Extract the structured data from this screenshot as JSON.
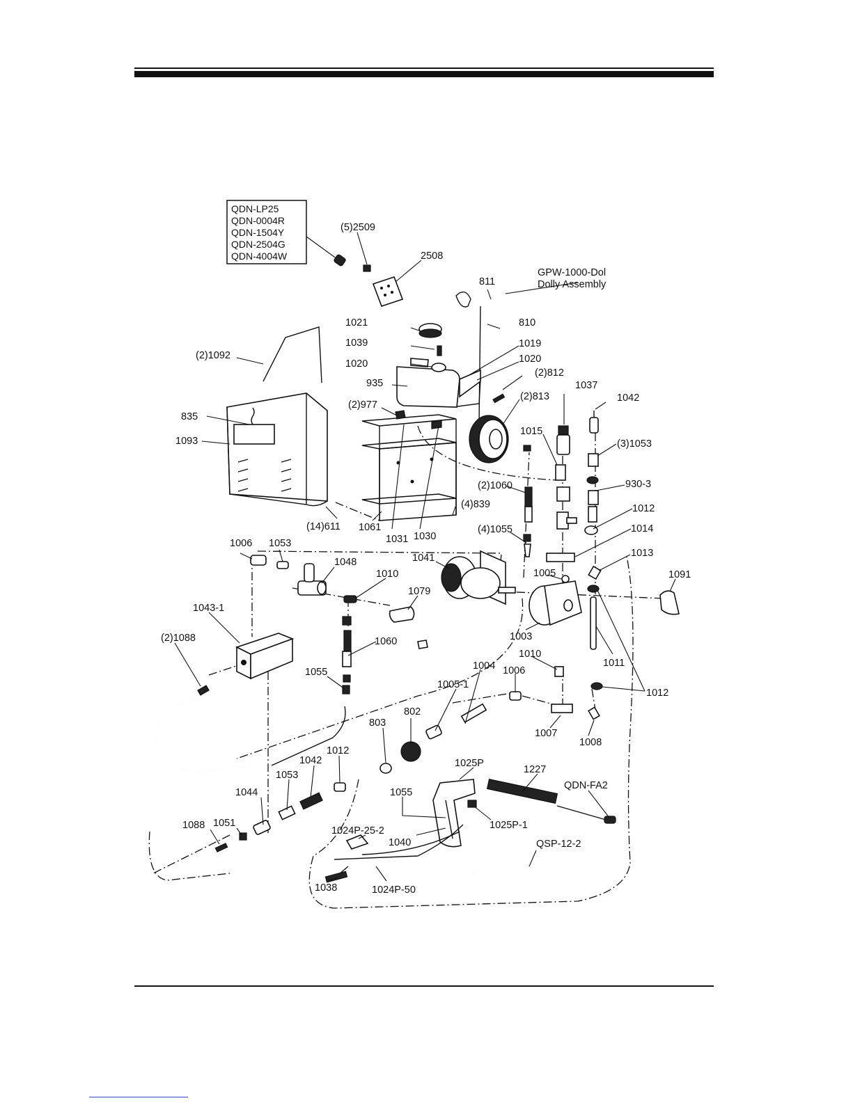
{
  "quick_disconnect_box": [
    "QDN-LP25",
    "QDN-0004R",
    "QDN-1504Y",
    "QDN-2504G",
    "QDN-4004W"
  ],
  "dolly_label": [
    "GPW-1000-Dol",
    "Dolly Assembly"
  ],
  "parts": {
    "p2509": "(5)2509",
    "p2508": "2508",
    "p811": "811",
    "p810": "810",
    "p1021": "1021",
    "p1039": "1039",
    "p1019": "1019",
    "p1020a": "1020",
    "p1020b": "1020",
    "p935": "935",
    "p812": "(2)812",
    "p1092": "(2)1092",
    "p977": "(2)977",
    "p813": "(2)813",
    "p1037": "1037",
    "p1042a": "1042",
    "p835": "835",
    "p1093": "1093",
    "p1015": "1015",
    "p1053a": "(3)1053",
    "p930": "930-3",
    "p1060a": "(2)1060",
    "p1012a": "1012",
    "p839": "(4)839",
    "p1014": "1014",
    "p611": "(14)611",
    "p1061": "1061",
    "p1031": "1031",
    "p1030": "1030",
    "p1055a": "(4)1055",
    "p1013": "1013",
    "p1006a": "1006",
    "p1053b": "1053",
    "p1048": "1048",
    "p1041": "1041",
    "p1091": "1091",
    "p1010a": "1010",
    "p1005": "1005",
    "p1079": "1079",
    "p1043": "1043-1",
    "p1003": "1003",
    "p1088a": "(2)1088",
    "p1060b": "1060",
    "p1011": "1011",
    "p1004": "1004",
    "p1010b": "1010",
    "p1055b": "1055",
    "p1006b": "1006",
    "p1005_1": "1005-1",
    "p1012b": "1012",
    "p802": "802",
    "p803": "803",
    "p1007": "1007",
    "p1008": "1008",
    "p1025P": "1025P",
    "p1227": "1227",
    "p1012c": "1012",
    "p1042b": "1042",
    "p1053c": "1053",
    "pQDNFA2": "QDN-FA2",
    "p1055c": "1055",
    "p1044": "1044",
    "p1051": "1051",
    "p1025P1": "1025P-1",
    "p1088b": "1088",
    "p1024P25": "1024P-25-2",
    "p1040": "1040",
    "pQSP": "QSP-12-2",
    "p1038": "1038",
    "p1024P50": "1024P-50"
  }
}
